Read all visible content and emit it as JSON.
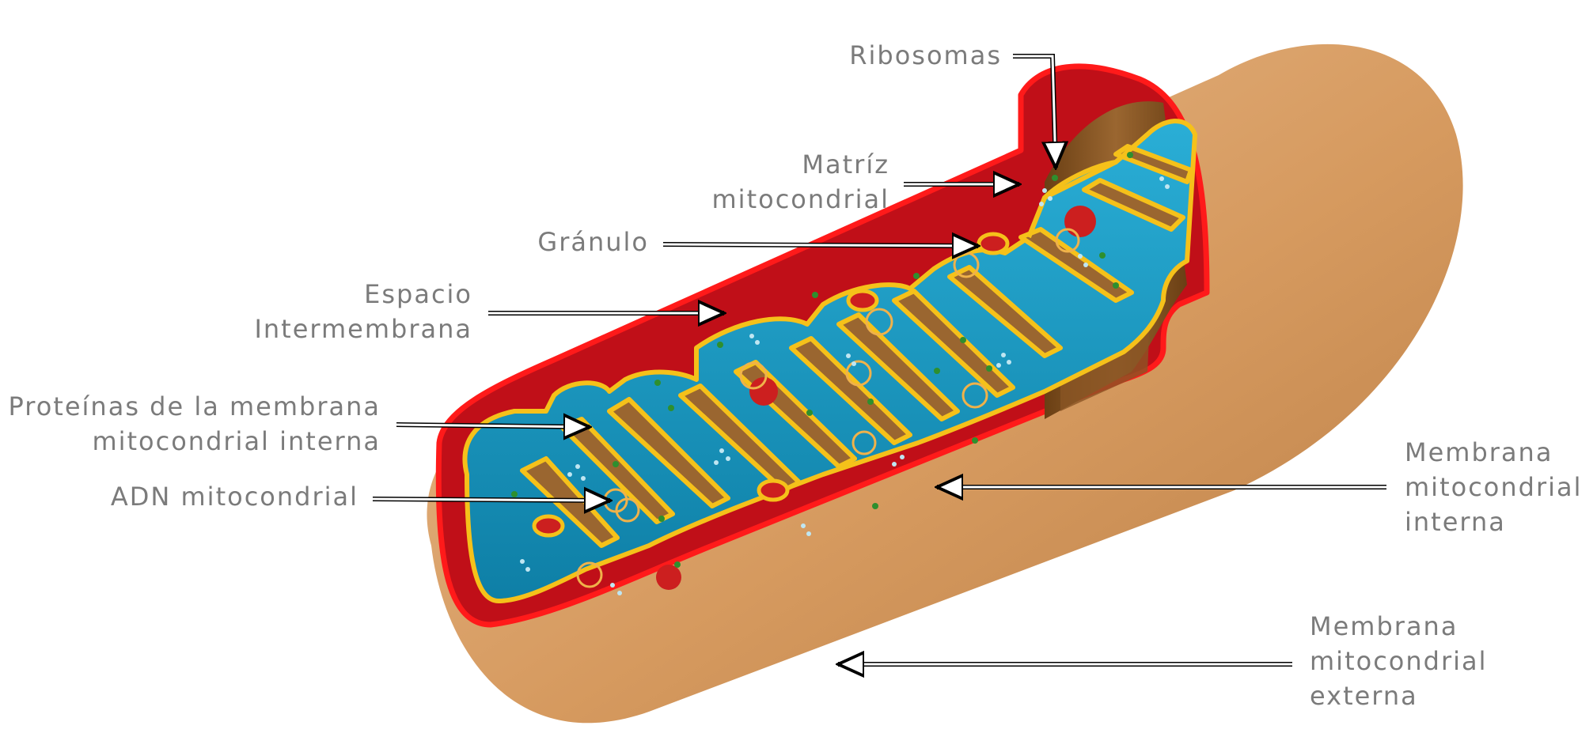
{
  "colors": {
    "outer_membrane": "#d4985e",
    "outer_membrane_light": "#e4b486",
    "outer_membrane_dark": "#a8703f",
    "intermembrane_space": "#c8101a",
    "matrix": "#1a9cc4",
    "matrix_dark": "#0b7192",
    "inner_membrane": "#f5c11a",
    "cristae_wall": "#8a5a26",
    "ribosome": "#2e8f2e",
    "granule": "#cc1f1f",
    "label_text": "#7b7b7b"
  },
  "labels": {
    "ribosomas": "Ribosomas",
    "matriz_1": "Matríz",
    "matriz_2": "mitocondrial",
    "granulo": "Gránulo",
    "espacio_1": "Espacio",
    "espacio_2": "Intermembrana",
    "proteinas_1": "Proteínas de la membrana",
    "proteinas_2": "mitocondrial interna",
    "adn": "ADN mitocondrial",
    "interna_1": "Membrana",
    "interna_2": "mitocondrial",
    "interna_3": "interna",
    "externa_1": "Membrana",
    "externa_2": "mitocondrial",
    "externa_3": "externa"
  },
  "icons": [
    "arrow-icon"
  ]
}
